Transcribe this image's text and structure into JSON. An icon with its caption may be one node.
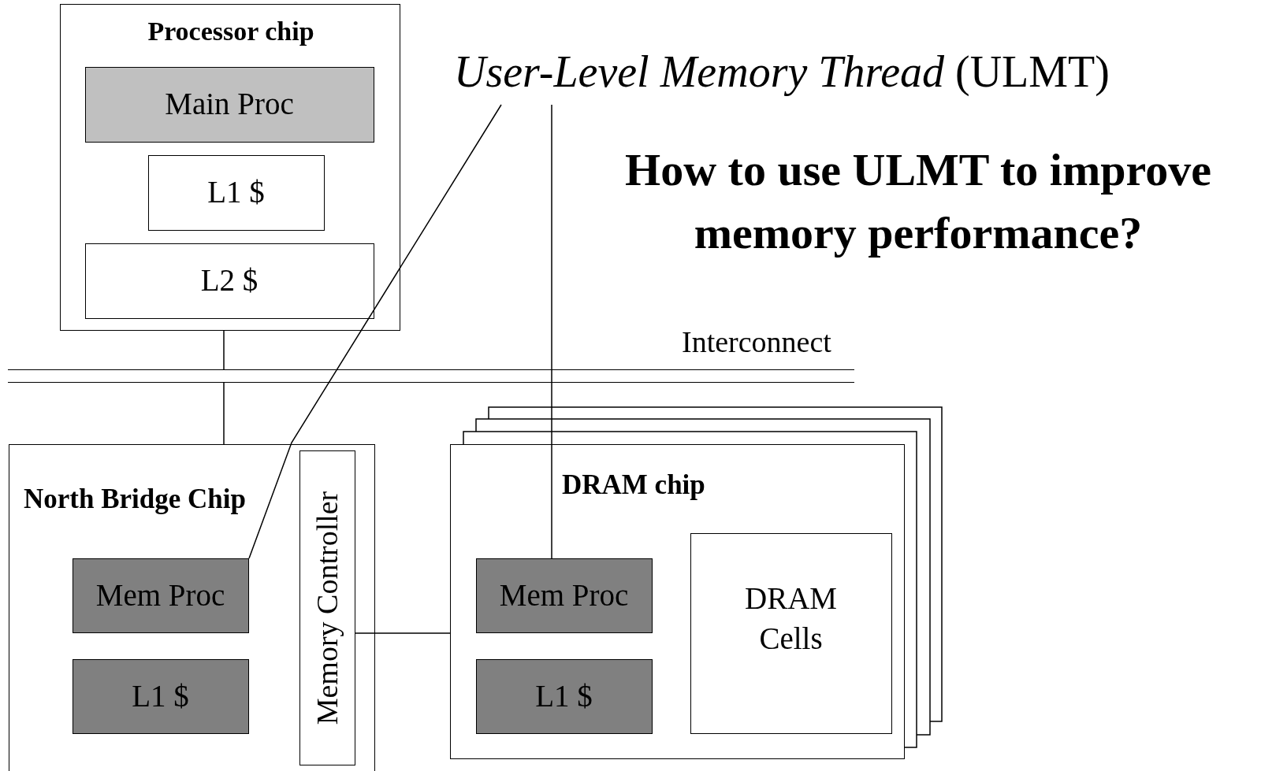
{
  "diagram": {
    "title": "How to use ULMT to improve memory performance?",
    "nodes": [
      {
        "text": [
          "Processor chip"
        ]
      },
      {
        "text": [
          "Main Proc"
        ],
        "in": 0
      },
      {
        "text": [
          "L1 $"
        ],
        "in": 0
      },
      {
        "text": [
          "L2 $"
        ],
        "in": 0
      },
      {
        "text": [
          "Interconnect"
        ]
      },
      {
        "text": [
          "North Bridge Chip"
        ]
      },
      {
        "text": [
          "Mem Proc"
        ],
        "in": 5
      },
      {
        "text": [
          "L1 $"
        ],
        "in": 5
      },
      {
        "text": [
          "Memory Controller"
        ],
        "in": 5
      },
      {
        "text": [
          "DRAM chip"
        ]
      },
      {
        "text": [
          "Mem Proc"
        ],
        "in": 9
      },
      {
        "text": [
          "L1 $"
        ],
        "in": 9
      },
      {
        "text": [
          "DRAM Cells"
        ],
        "in": 9
      },
      {
        "text": [
          "*User-Level Memory Thread* (ULMT)"
        ]
      }
    ],
    "edges": [
      {
        "from": 0,
        "to": 4,
        "arrow": "none"
      },
      {
        "from": 4,
        "to": 5,
        "arrow": "none"
      },
      {
        "from": 8,
        "to": 9,
        "arrow": "none"
      },
      {
        "from": 13,
        "to": 6,
        "arrow": "none"
      },
      {
        "from": 13,
        "to": 10,
        "arrow": "none"
      }
    ]
  }
}
